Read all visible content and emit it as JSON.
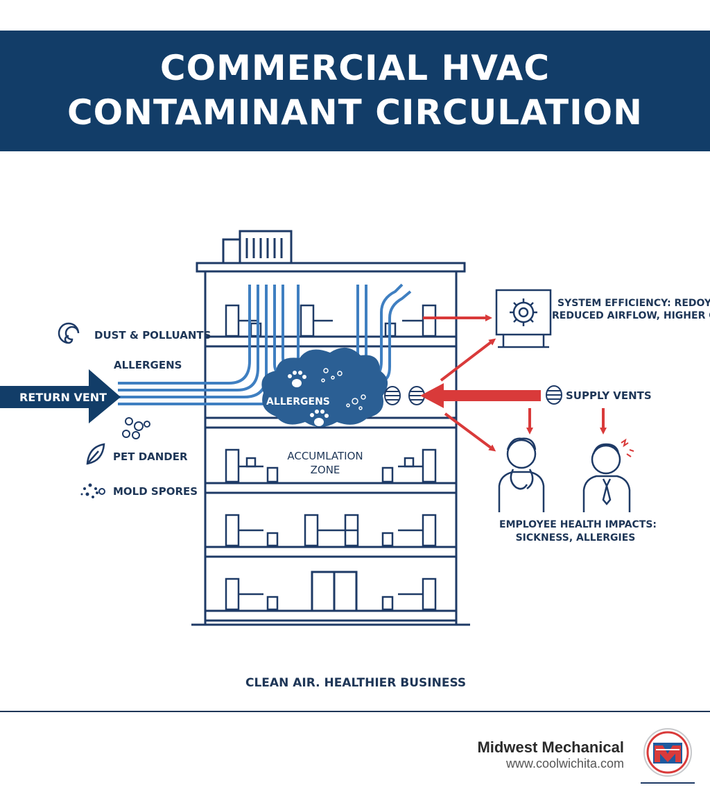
{
  "title": {
    "line1": "COMMERCIAL HVAC",
    "line2": "CONTAMINANT CIRCULATION"
  },
  "labels": {
    "return_vent": "RETURN VENT",
    "dust": "DUST & POLLUANTS",
    "allergens_left": "ALLERGENS",
    "pet_dander": "PET DANDER",
    "mold_spores": "MOLD SPORES",
    "allergens_cloud": "ALLERGENS",
    "accumulation_line1": "ACCUMLATION",
    "accumulation_line2": "ZONE",
    "efficiency_line1": "SYSTEM EFFICIENCY: REDOY",
    "efficiency_line2": "REDUCED AIRFLOW, HIGHER COSTS",
    "supply_vents": "SUPPLY VENTS",
    "health_line1": "EMPLOYEE HEALTH IMPACTS:",
    "health_line2": "SICKNESS, ALLERGIES"
  },
  "tagline": "CLEAN AIR. HEALTHIER BUSINESS",
  "brand": {
    "name": "Midwest Mechanical",
    "url": "www.coolwichita.com"
  },
  "colors": {
    "navy": "#123d68",
    "outline": "#1e3a66",
    "duct_blue": "#3f7fc1",
    "arrow_red": "#d93a3a",
    "cloud_blue": "#2b5f94"
  },
  "icons": [
    "swirl-icon",
    "bubbles-icon",
    "leaf-icon",
    "spores-icon",
    "paw-icon",
    "gear-icon",
    "vent-icon",
    "person-coughing-icon",
    "person-sick-icon",
    "logo-icon"
  ]
}
